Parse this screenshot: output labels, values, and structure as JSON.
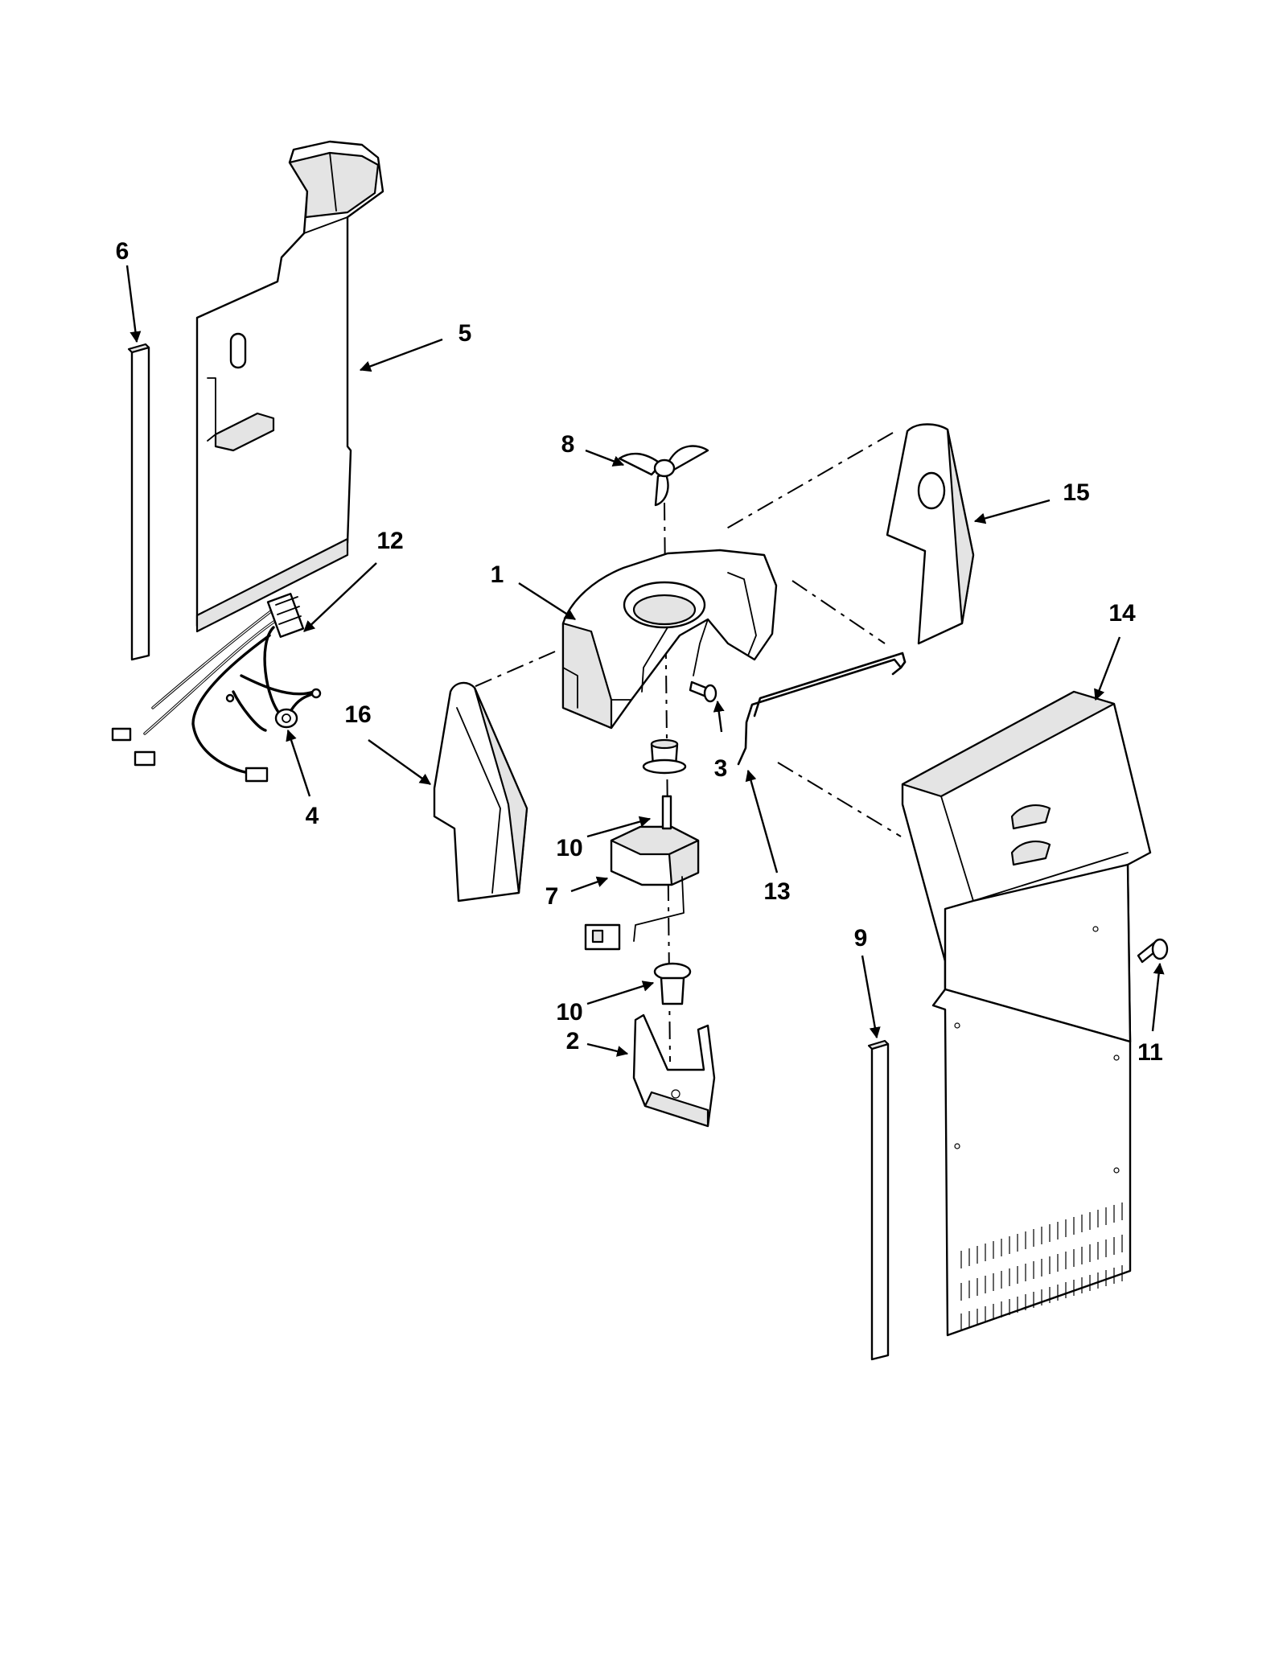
{
  "callouts": [
    {
      "label": "1"
    },
    {
      "label": "2"
    },
    {
      "label": "3"
    },
    {
      "label": "4"
    },
    {
      "label": "5"
    },
    {
      "label": "6"
    },
    {
      "label": "7"
    },
    {
      "label": "8"
    },
    {
      "label": "9"
    },
    {
      "label": "10"
    },
    {
      "label": "10"
    },
    {
      "label": "11"
    },
    {
      "label": "12"
    },
    {
      "label": "13"
    },
    {
      "label": "14"
    },
    {
      "label": "15"
    },
    {
      "label": "16"
    }
  ]
}
